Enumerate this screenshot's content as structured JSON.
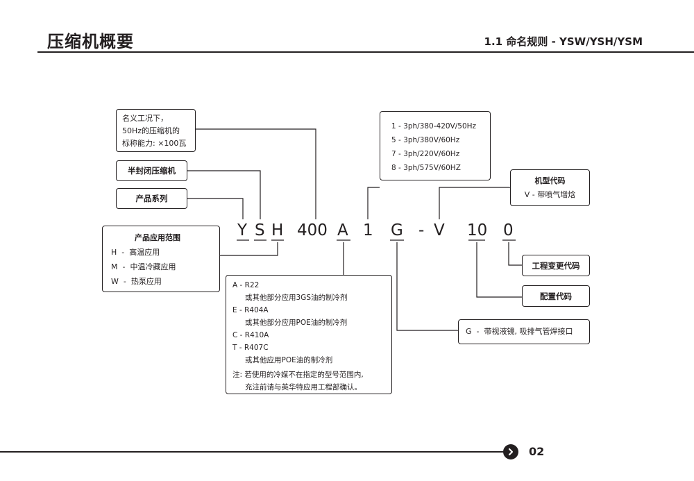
{
  "header": {
    "title": "压缩机概要",
    "section": "1.1 命名规则 - YSW/YSH/YSM"
  },
  "model_code": [
    "Y",
    "S",
    "H",
    "400",
    "A",
    "1",
    "G",
    "-",
    "V",
    "10",
    "0"
  ],
  "boxes": {
    "capacity": {
      "lines": [
        "名义工况下，",
        "50Hz的压缩机的",
        "标称能力: ×100瓦"
      ]
    },
    "semi_hermetic": {
      "label": "半封闭压缩机"
    },
    "series": {
      "label": "产品系列"
    },
    "application": {
      "title": "产品应用范围",
      "items": [
        "H  -  高温应用",
        "M  -  中温冷藏应用",
        "W  -  热泵应用"
      ]
    },
    "refrigerant": {
      "lines": [
        "A - R22",
        "或其他部分应用3GS油的制冷剂",
        "E - R404A",
        "或其他部分应用POE油的制冷剂",
        "C - R410A",
        "T - R407C",
        "或其他应用POE油的制冷剂",
        "注: 若使用的冷媒不在指定的型号范围内,",
        "充注前请与英华特应用工程部确认。"
      ]
    },
    "power": {
      "lines": [
        "1 - 3ph/380-420V/50Hz",
        "5 - 3ph/380V/60Hz",
        "7 - 3ph/220V/60Hz",
        "8 - 3ph/575V/60HZ"
      ]
    },
    "model_type": {
      "title": "机型代码",
      "line": "V - 带喷气增焓"
    },
    "engineering_change": {
      "label": "工程变更代码"
    },
    "config": {
      "label": "配置代码"
    },
    "connection": {
      "label": "G  -  带视液镜, 吸排气管焊接口"
    }
  },
  "footer": {
    "page": "02",
    "arrow_icon": "chevron-right-icon"
  }
}
